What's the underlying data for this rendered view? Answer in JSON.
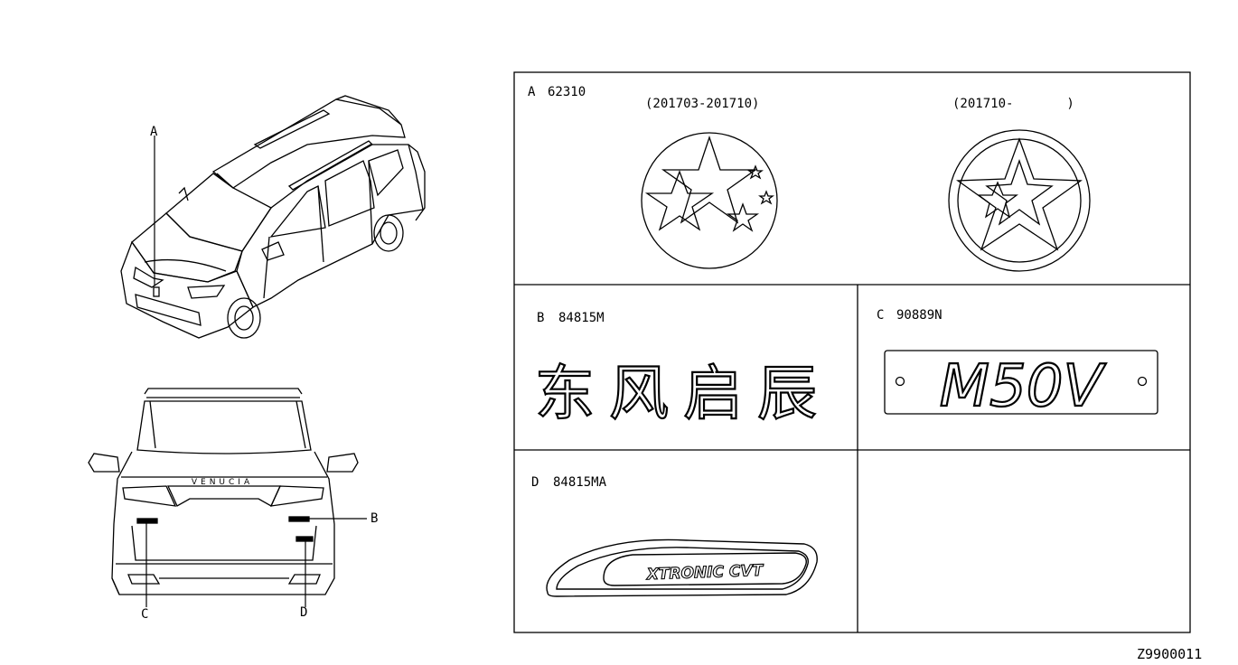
{
  "callouts": {
    "a": "A",
    "b": "B",
    "c": "C",
    "d": "D"
  },
  "panels": {
    "a": {
      "letter": "A",
      "part": "62310",
      "variant_1": "(201703-201710)",
      "variant_2": "(201710-       )"
    },
    "b": {
      "letter": "B",
      "part": "84815M",
      "emblem_text": "东风启辰"
    },
    "c": {
      "letter": "C",
      "part": "90889N",
      "emblem_text": "M50V"
    },
    "d": {
      "letter": "D",
      "part": "84815MA",
      "emblem_text": "XTRONIC CVT"
    }
  },
  "rear_badge": "VENUCIA",
  "diagram_id": "Z9900011"
}
